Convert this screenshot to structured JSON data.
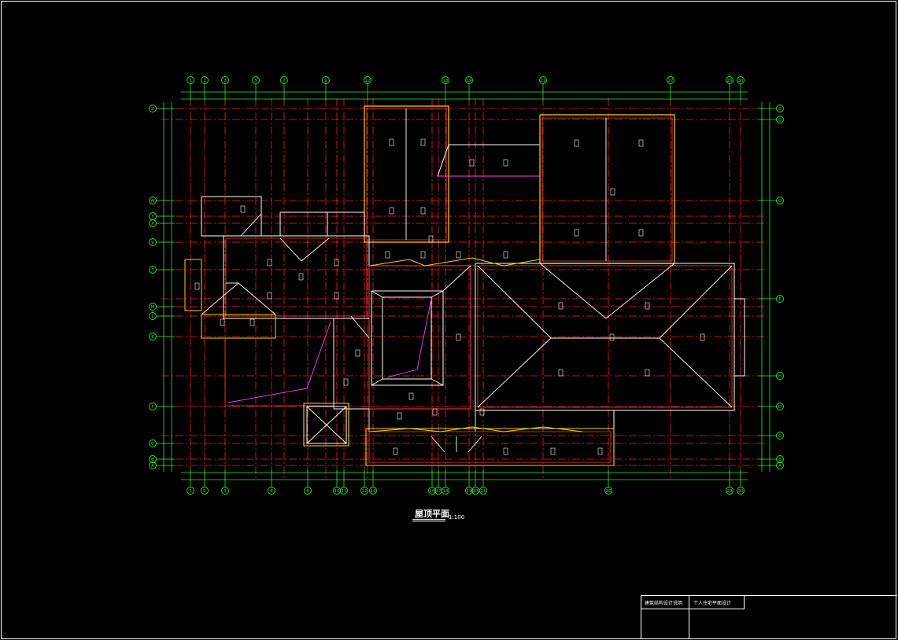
{
  "drawing": {
    "title": "屋顶平面",
    "scale": "1:100",
    "background": "#000000",
    "colors": {
      "axis": "#ff2020",
      "dimension": "#22ee22",
      "roof_outline": "#ffffff",
      "gutter": "#ffd200",
      "parapet": "#ff3b3b",
      "slope_line": "#ff40ff",
      "label": "#ffffff"
    }
  },
  "axes_top": [
    "1",
    "2",
    "3",
    "5",
    "7",
    "9",
    "12",
    "18",
    "19",
    "21",
    "27",
    "29",
    "30"
  ],
  "axes_bottom": [
    "1",
    "2",
    "3",
    "6",
    "8",
    "10",
    "11",
    "12",
    "14",
    "16",
    "17",
    "18",
    "19",
    "20",
    "21",
    "26",
    "29",
    "30"
  ],
  "axes_left": [
    "Z",
    "W",
    "Y",
    "X",
    "V",
    "T",
    "M",
    "L",
    "K",
    "F",
    "C",
    "B",
    "A"
  ],
  "axes_right": [
    "Z",
    "G",
    "Q",
    "P",
    "H",
    "D",
    "C",
    "B",
    "A"
  ],
  "title_block": {
    "cell_1": "建筑结构设计说明",
    "cell_2": "个人住宅平面设计"
  }
}
